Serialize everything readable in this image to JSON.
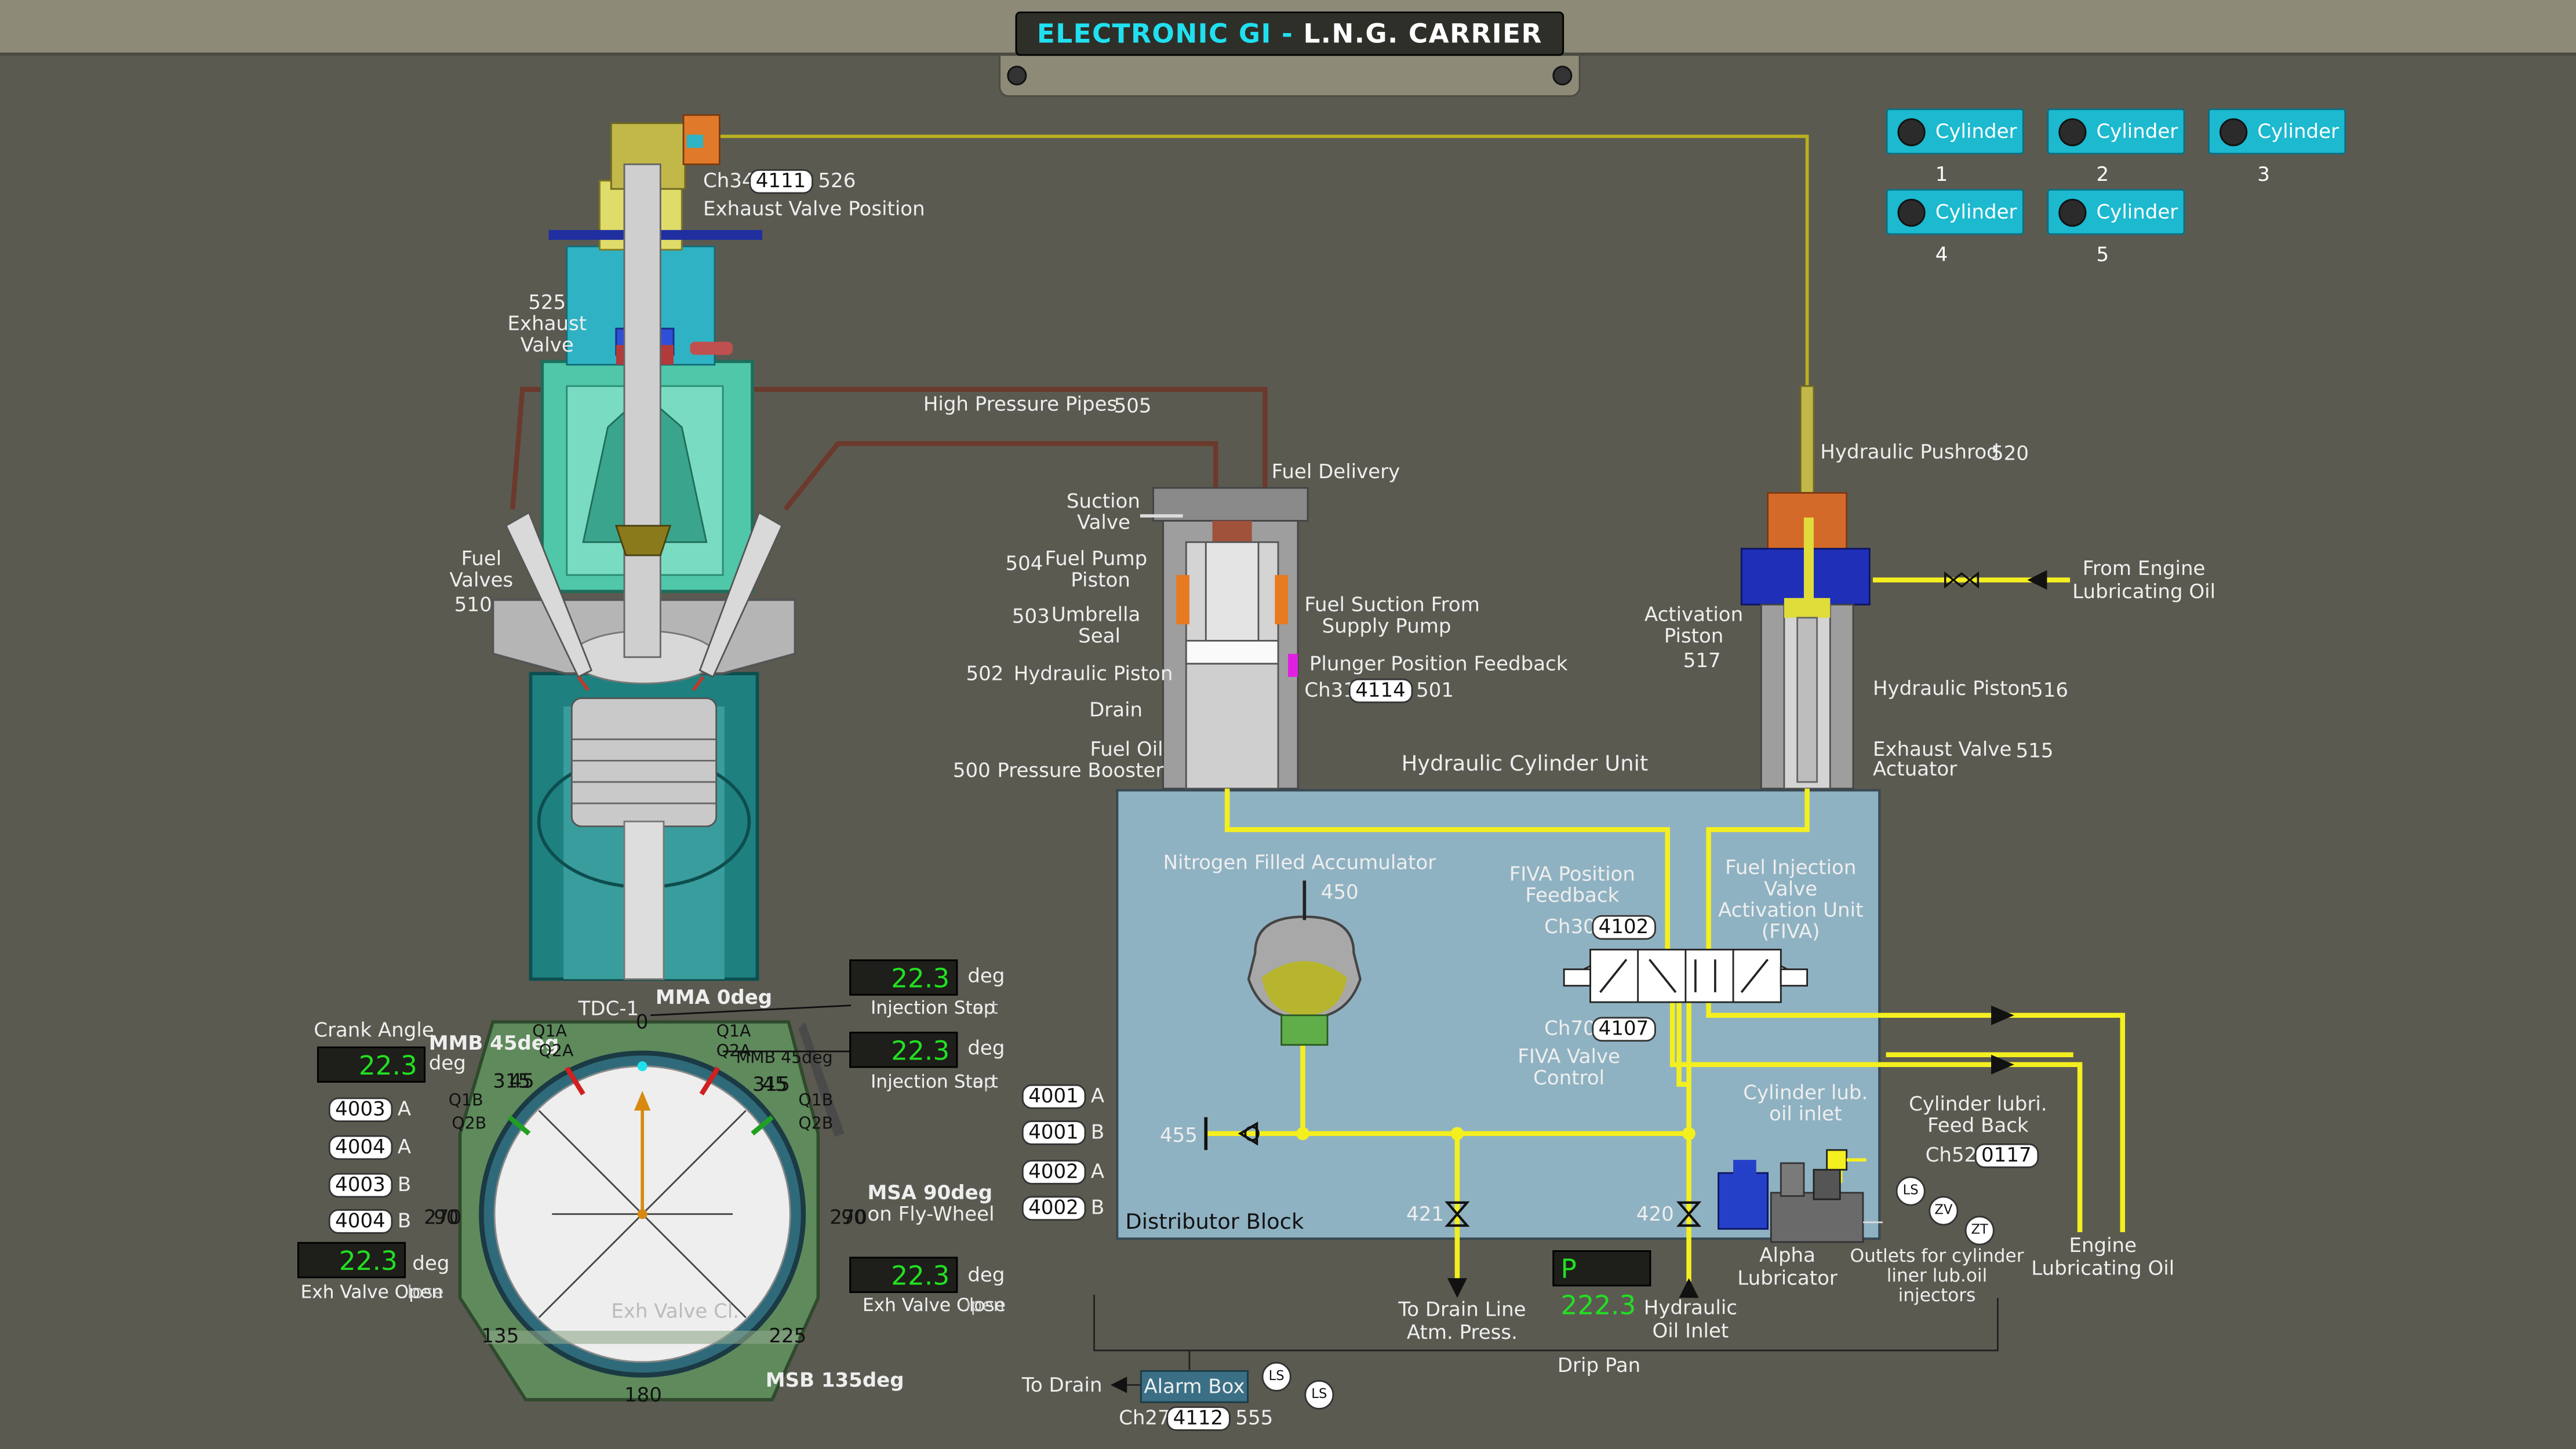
{
  "header": {
    "title_prefix": "ELECTRONIC GI - ",
    "title_main": "L.N.G. CARRIER"
  },
  "cylinders": [
    "Cylinder 1",
    "Cylinder 2",
    "Cylinder 3",
    "Cylinder 4",
    "Cylinder 5"
  ],
  "exhaust": {
    "ch": "Ch34",
    "tag": "4111",
    "num": "526",
    "position_label": "Exhaust Valve Position",
    "valve_num": "525",
    "valve_label1": "Exhaust",
    "valve_label2": "Valve"
  },
  "fuel_valves": {
    "l1": "Fuel",
    "l2": "Valves",
    "num": "510"
  },
  "high_pressure": {
    "label": "High Pressure Pipes",
    "num": "505"
  },
  "booster": {
    "fuel_delivery": "Fuel Delivery",
    "suction1": "Suction",
    "suction2": "Valve",
    "pump_num": "504",
    "pump1": "Fuel Pump",
    "pump2": "Piston",
    "umbrella_num": "503",
    "umbrella1": "Umbrella",
    "umbrella2": "Seal",
    "hp_num": "502",
    "hp": "Hydraulic Piston",
    "drain": "Drain",
    "booster_num": "500",
    "booster1": "Fuel Oil",
    "booster2": "Pressure Booster",
    "suction_supply1": "Fuel Suction From",
    "suction_supply2": "Supply Pump",
    "plunger": "Plunger Position Feedback",
    "plunger_ch": "Ch31",
    "plunger_tag": "4114",
    "plunger_num": "501"
  },
  "hcu": {
    "title": "Hydraulic Cylinder Unit",
    "accumulator": "Nitrogen Filled Accumulator",
    "accumulator_num": "450",
    "fiva_fb1": "FIVA Position",
    "fiva_fb2": "Feedback",
    "fiva_fb_ch": "Ch30",
    "fiva_fb_tag": "4102",
    "fiva1": "Fuel Injection",
    "fiva2": "Valve",
    "fiva3": "Activation Unit",
    "fiva4": "(FIVA)",
    "fiva_ctrl_ch": "Ch70",
    "fiva_ctrl_tag": "4107",
    "fiva_ctrl1": "FIVA Valve",
    "fiva_ctrl2": "Control",
    "distributor": "Distributor Block",
    "n455": "455",
    "n421": "421",
    "n420": "420"
  },
  "actuator": {
    "pushrod": "Hydraulic Pushrod",
    "pushrod_num": "520",
    "from_engine1": "From Engine",
    "from_engine2": "Lubricating Oil",
    "act1": "Activation",
    "act2": "Piston",
    "act_num": "517",
    "hp": "Hydraulic Piston",
    "hp_num": "516",
    "eva1": "Exhaust Valve",
    "eva2": "Actuator",
    "eva_num": "515"
  },
  "lube": {
    "inlet1": "Cylinder lub.",
    "inlet2": "oil inlet",
    "feedback1": "Cylinder lubri.",
    "feedback2": "Feed Back",
    "feedback_ch": "Ch52",
    "feedback_tag": "0117",
    "alpha1": "Alpha",
    "alpha2": "Lubricator",
    "outlets1": "Outlets for cylinder",
    "outlets2": "liner lub.oil",
    "outlets3": "injectors",
    "engine1": "Engine",
    "engine2": "Lubricating Oil",
    "ls": "LS",
    "zv": "ZV",
    "zt": "ZT"
  },
  "bottom": {
    "drain1": "To Drain Line",
    "drain2": "Atm. Press.",
    "hyd1": "Hydraulic",
    "hyd2": "Oil Inlet",
    "pressure": "P 222.3",
    "drip": "Drip Pan",
    "to_drain": "To Drain",
    "alarm": "Alarm Box",
    "alarm_ch": "Ch27",
    "alarm_tag": "4112",
    "alarm_num": "555",
    "ls": "LS"
  },
  "crank": {
    "title": "Crank Angle",
    "value": "22.3",
    "unit": "deg",
    "tdc": "TDC-1",
    "mma": "MMA 0deg",
    "mmb": "MMB 45deg",
    "mmb2": "MMB 45deg",
    "msa": "MSA 90deg",
    "msa2": "on Fly-Wheel",
    "msb": "MSB 135deg",
    "d0": "0",
    "d90": "90",
    "d180": "180",
    "d270": "270",
    "d270b": "270",
    "d90b": "90",
    "q1a": "Q1A",
    "q2a": "Q2A",
    "q1a_r": "Q1A",
    "q2a_r": "Q2A",
    "q1b": "Q1B",
    "q2b": "Q2B",
    "q1b_r": "Q1B",
    "q2b_r": "Q2B",
    "n315": "315",
    "n45": "45",
    "n135": "135",
    "n225": "225",
    "n315b": "315",
    "n45b": "45",
    "ghost": "Exh Valve Cl."
  },
  "tags_left": [
    {
      "id": "4003",
      "suffix": "A"
    },
    {
      "id": "4004",
      "suffix": "A"
    },
    {
      "id": "4003",
      "suffix": "B"
    },
    {
      "id": "4004",
      "suffix": "B"
    }
  ],
  "tags_mid": [
    {
      "id": "4001",
      "suffix": "A"
    },
    {
      "id": "4001",
      "suffix": "B"
    },
    {
      "id": "4002",
      "suffix": "A"
    },
    {
      "id": "4002",
      "suffix": "B"
    }
  ],
  "readouts": {
    "inj_stop": {
      "value": "22.3",
      "unit": "deg",
      "label": "Injection Stop",
      "ghost": "Injection Start"
    },
    "inj_start": {
      "value": "22.3",
      "unit": "deg",
      "label": "Injection Start",
      "ghost": "Injection Stop"
    },
    "exh_open": {
      "value": "22.3",
      "unit": "deg",
      "label": "Exh Valve Open",
      "ghost": "Exh Valve Close"
    },
    "exh_close": {
      "value": "22.3",
      "unit": "deg",
      "label": "Exh Valve Close",
      "ghost": "Exh Valve Open"
    }
  },
  "colors": {
    "hcu": "#8fb2c2",
    "pipe": "#f4ef1f",
    "hp_pipe": "#6b3a2c",
    "accent": "#1cb9cf"
  }
}
